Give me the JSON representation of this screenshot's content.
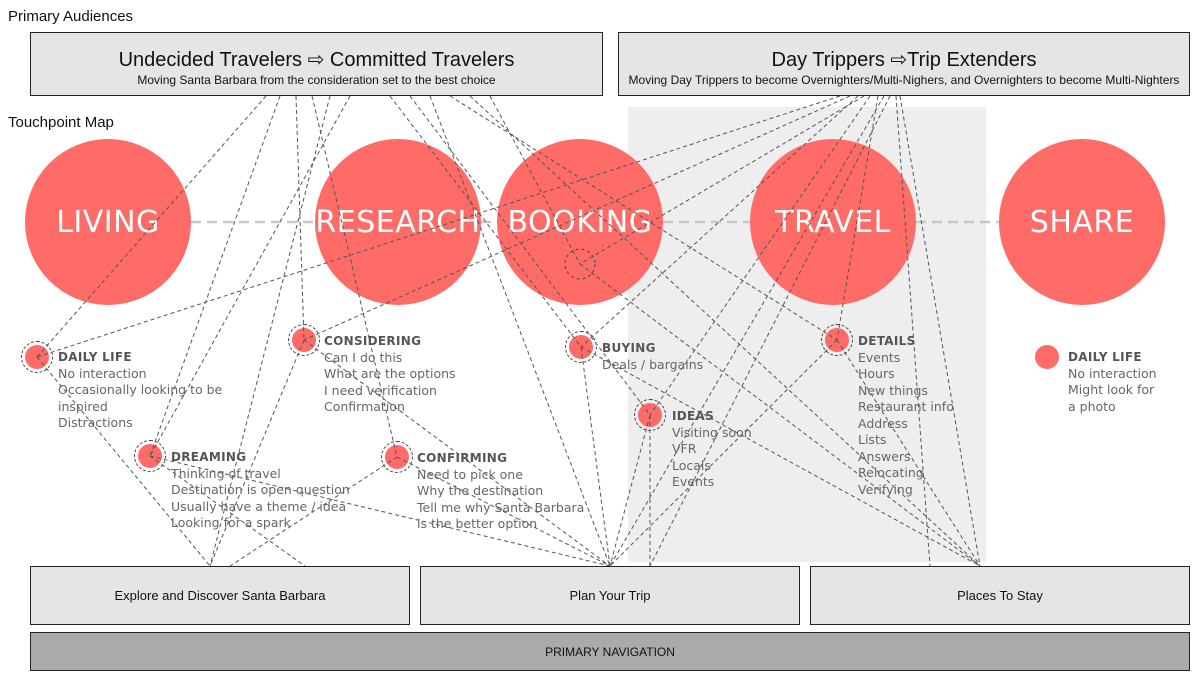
{
  "labels": {
    "primary_audiences": "Primary Audiences",
    "touchpoint_map": "Touchpoint Map"
  },
  "audiences": [
    {
      "title": "Undecided Travelers ⇨ Committed Travelers",
      "subtitle": "Moving Santa Barbara from the consideration set to the best choice"
    },
    {
      "title": "Day Trippers ⇨Trip Extenders",
      "subtitle": "Moving Day Trippers to become Overnighters/Multi-Nighers, and Overnighters to become Multi-Nighters"
    }
  ],
  "stages": [
    "LIVING",
    "RESEARCH",
    "BOOKING",
    "TRAVEL",
    "SHARE"
  ],
  "touchpoints": {
    "daily_life": {
      "title": "DAILY LIFE",
      "lines": [
        "No interaction",
        "Occasionally looking to be",
        "inspired",
        "Distractions"
      ]
    },
    "considering": {
      "title": "CONSIDERING",
      "lines": [
        "Can I do this",
        "What are the options",
        "I need verification",
        "Confirmation"
      ]
    },
    "buying": {
      "title": "BUYING",
      "lines": [
        "Deals / bargains"
      ]
    },
    "details": {
      "title": "DETAILS",
      "lines": [
        "Events",
        "Hours",
        "New things",
        "Restaurant info",
        "Address",
        "Lists",
        "Answers",
        "Relocating",
        "Verifying"
      ]
    },
    "daily_life_share": {
      "title": "DAILY LIFE",
      "lines": [
        "No interaction",
        "Might look for",
        "a photo"
      ]
    },
    "ideas": {
      "title": "IDEAS",
      "lines": [
        "Visiting soon",
        "VFR",
        "Locals",
        "Events"
      ]
    },
    "dreaming": {
      "title": "DREAMING",
      "lines": [
        "Thinking of travel",
        "Destination is open question",
        "Usually have a theme / idea",
        "Looking for a spark"
      ]
    },
    "confirming": {
      "title": "CONFIRMING",
      "lines": [
        "Need to pick one",
        "Why the destination",
        "Tell me why Santa Barbara",
        "is the better option"
      ]
    }
  },
  "navigation": {
    "sections": [
      "Explore and Discover Santa Barbara",
      "Plan Your Trip",
      "Places To Stay"
    ],
    "primary": "PRIMARY NAVIGATION"
  },
  "colors": {
    "stage_red": "#ff6b66",
    "box_gray": "#e5e5e5",
    "nav_gray": "#aaaaaa",
    "band_gray": "#eeeeee"
  }
}
